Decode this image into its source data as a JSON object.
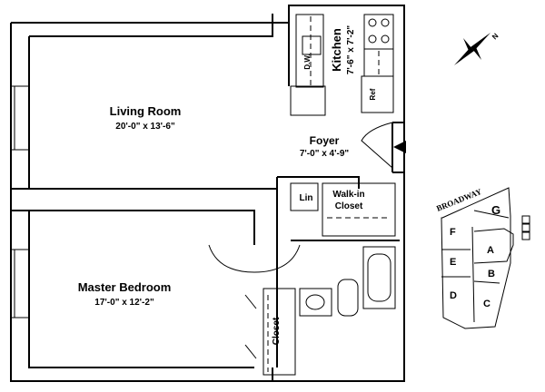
{
  "rooms": {
    "living": {
      "name": "Living Room",
      "size": "20'-0\" x 13'-6\""
    },
    "bedroom": {
      "name": "Master Bedroom",
      "size": "17'-0\" x 12'-2\""
    },
    "kitchen": {
      "name": "Kitchen",
      "size": "7'-6\" x 7'-2\""
    },
    "foyer": {
      "name": "Foyer",
      "size": "7'-0\" x 4'-9\""
    },
    "walkin": {
      "name_line1": "Walk-in",
      "name_line2": "Closet"
    },
    "linen": {
      "name": "Lin"
    },
    "closet": {
      "name": "Closet"
    }
  },
  "fixtures": {
    "dishwasher": "D.W.",
    "refrigerator": "Ref"
  },
  "compass": {
    "label": "N"
  },
  "keyplan": {
    "street": "BROADWAY",
    "units": [
      "A",
      "B",
      "C",
      "D",
      "E",
      "F",
      "G"
    ]
  }
}
